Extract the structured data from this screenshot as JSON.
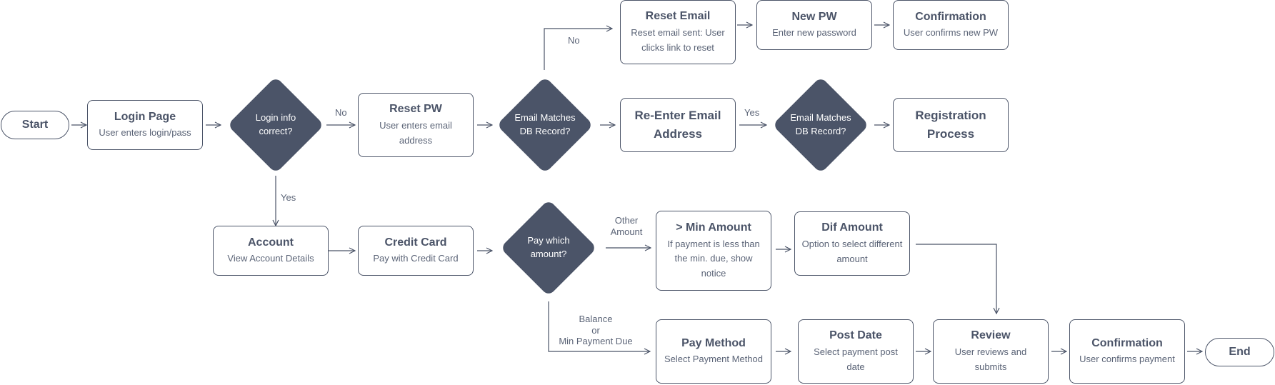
{
  "nodes": {
    "start": {
      "label": "Start"
    },
    "login_page": {
      "title": "Login Page",
      "desc": "User enters login/pass"
    },
    "login_check": {
      "label": "Login info correct?"
    },
    "reset_pw": {
      "title": "Reset PW",
      "desc": "User enters email address"
    },
    "email_match_1": {
      "label": "Email Matches DB Record?"
    },
    "reset_email": {
      "title": "Reset Email",
      "desc": "Reset email sent: User clicks link to reset"
    },
    "new_pw": {
      "title": "New PW",
      "desc": "Enter new password"
    },
    "confirmation_pw": {
      "title": "Confirmation",
      "desc": "User confirms new PW"
    },
    "reenter_email": {
      "title": "Re-Enter Email Address"
    },
    "email_match_2": {
      "label": "Email Matches DB Record?"
    },
    "registration": {
      "title": "Registration Process"
    },
    "account": {
      "title": "Account",
      "desc": "View Account Details"
    },
    "credit_card": {
      "title": "Credit Card",
      "desc": "Pay with Credit Card"
    },
    "pay_which": {
      "label": "Pay which amount?"
    },
    "min_amount": {
      "title": "> Min Amount",
      "desc": "If payment is less than the min. due, show notice"
    },
    "dif_amount": {
      "title": "Dif Amount",
      "desc": "Option to select different amount"
    },
    "pay_method": {
      "title": "Pay Method",
      "desc": "Select Payment Method"
    },
    "post_date": {
      "title": "Post Date",
      "desc": "Select payment post date"
    },
    "review": {
      "title": "Review",
      "desc": "User reviews and submits"
    },
    "confirmation_pay": {
      "title": "Confirmation",
      "desc": "User confirms payment"
    },
    "end": {
      "label": "End"
    }
  },
  "edge_labels": {
    "login_no": "No",
    "login_yes": "Yes",
    "email1_no": "No",
    "email2_yes": "Yes",
    "other_amount": "Other\nAmount",
    "balance": "Balance\nor\nMin Payment Due"
  },
  "colors": {
    "stroke": "#4b5468",
    "diamond_fill": "#4b5468",
    "text": "#4b5468",
    "background": "#ffffff"
  }
}
